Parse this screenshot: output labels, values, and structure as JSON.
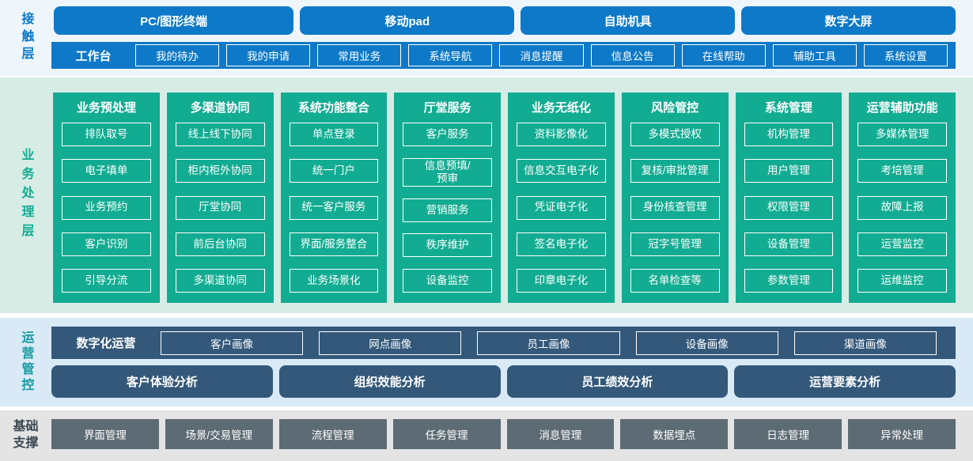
{
  "contact": {
    "label": "接触层",
    "terminals": [
      "PC/图形终端",
      "移动pad",
      "自助机具",
      "数字大屏"
    ],
    "workbench": {
      "label": "工作台",
      "items": [
        "我的待办",
        "我的申请",
        "常用业务",
        "系统导航",
        "消息提醒",
        "信息公告",
        "在线帮助",
        "辅助工具",
        "系统设置"
      ]
    }
  },
  "business": {
    "label": "业务处理层",
    "columns": [
      {
        "title": "业务预处理",
        "items": [
          "排队取号",
          "电子填单",
          "业务预约",
          "客户识别",
          "引导分流"
        ]
      },
      {
        "title": "多渠道协同",
        "items": [
          "线上线下协同",
          "柜内柜外协同",
          "厅堂协同",
          "前后台协同",
          "多渠道协同"
        ]
      },
      {
        "title": "系统功能整合",
        "items": [
          "单点登录",
          "统一门户",
          "统一客户服务",
          "界面/服务整合",
          "业务场景化"
        ]
      },
      {
        "title": "厅堂服务",
        "items": [
          "客户服务",
          "信息预填/\n预审",
          "营销服务",
          "秩序维护",
          "设备监控"
        ]
      },
      {
        "title": "业务无纸化",
        "items": [
          "资料影像化",
          "信息交互电子化",
          "凭证电子化",
          "签名电子化",
          "印章电子化"
        ]
      },
      {
        "title": "风险管控",
        "items": [
          "多模式授权",
          "复核/审批管理",
          "身份核查管理",
          "冠字号管理",
          "名单检查等"
        ]
      },
      {
        "title": "系统管理",
        "items": [
          "机构管理",
          "用户管理",
          "权限管理",
          "设备管理",
          "参数管理"
        ]
      },
      {
        "title": "运营辅助功能",
        "items": [
          "多媒体管理",
          "考培管理",
          "故障上报",
          "运营监控",
          "运维监控"
        ]
      }
    ]
  },
  "operations": {
    "label": "运营管控",
    "digital_ops": {
      "label": "数字化运营",
      "items": [
        "客户画像",
        "网点画像",
        "员工画像",
        "设备画像",
        "渠道画像"
      ]
    },
    "analysis": [
      "客户体验分析",
      "组织效能分析",
      "员工绩效分析",
      "运营要素分析"
    ]
  },
  "foundation": {
    "label": "基础支撑",
    "items": [
      "界面管理",
      "场景/交易管理",
      "流程管理",
      "任务管理",
      "消息管理",
      "数据埋点",
      "日志管理",
      "异常处理"
    ]
  },
  "colors": {
    "blue": "#0d79c8",
    "green": "#12ac92",
    "navy": "#33587a",
    "grey": "#5d6b74",
    "teal_label": "#1599a0",
    "bg_contact": "#eef6fb",
    "bg_business": "#d8ece6",
    "bg_ops": "#d9eaf6",
    "bg_foundation": "#e4e4e5"
  }
}
